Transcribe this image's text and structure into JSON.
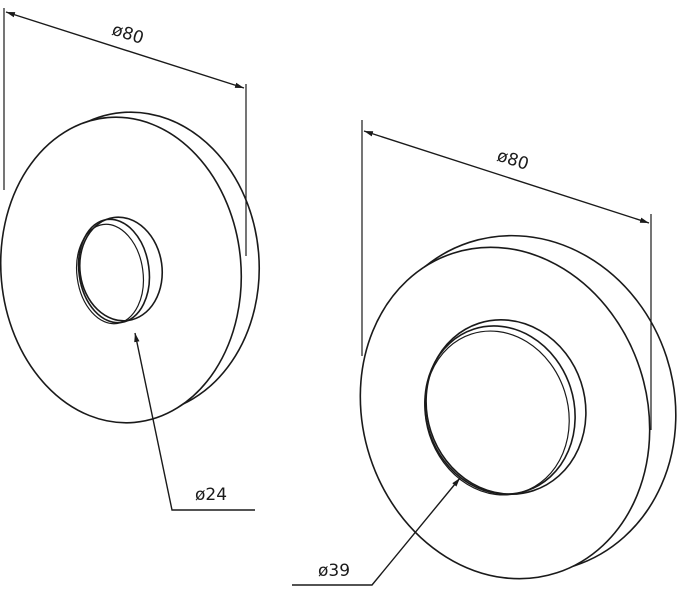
{
  "drawing": {
    "left_part": {
      "outer_diameter_label": "ø80",
      "bore_diameter_label": "ø24"
    },
    "right_part": {
      "outer_diameter_label": "ø80",
      "bore_diameter_label": "ø39"
    }
  },
  "colors": {
    "line": "#1a1a1a",
    "background": "#ffffff"
  }
}
